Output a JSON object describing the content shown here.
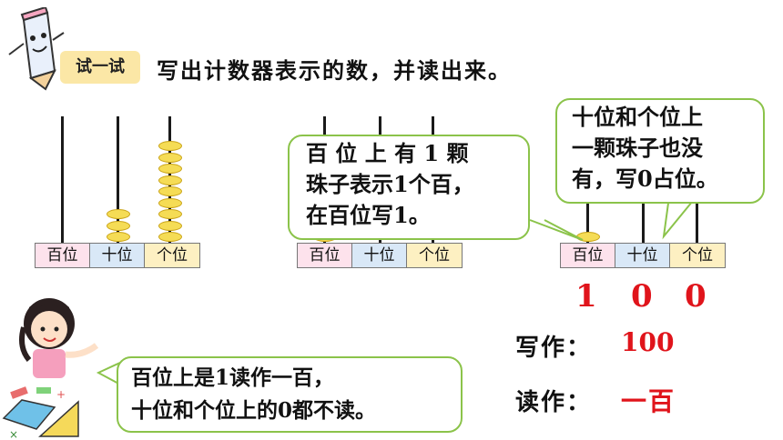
{
  "header": {
    "badge_label": "试一试",
    "instruction": "写出计数器表示的数，并读出来。"
  },
  "abacus_labels": [
    "百位",
    "十位",
    "个位"
  ],
  "abacus_1": {
    "beads": [
      0,
      3,
      9
    ]
  },
  "abacus_2": {
    "beads": [
      1,
      0,
      0
    ]
  },
  "abacus_3": {
    "beads": [
      1,
      0,
      0
    ]
  },
  "bubble_1": {
    "lines": [
      "百 位 上 有 1 颗",
      "珠子表示1个百，",
      "在百位写1。"
    ]
  },
  "bubble_2": {
    "lines": [
      "十位和个位上",
      "一颗珠子也没",
      "有，写0占位。"
    ]
  },
  "bubble_3": {
    "lines": [
      "百位上是1读作一百，",
      "十位和个位上的0都不读。"
    ]
  },
  "result_digits": [
    "1",
    "0",
    "0"
  ],
  "write": {
    "label": "写作：",
    "value": "100"
  },
  "read": {
    "label": "读作：",
    "value": "一百"
  },
  "colors": {
    "accent_red": "#e0141b",
    "bubble_border": "#8bc34a",
    "bead": "#f5dc55"
  }
}
